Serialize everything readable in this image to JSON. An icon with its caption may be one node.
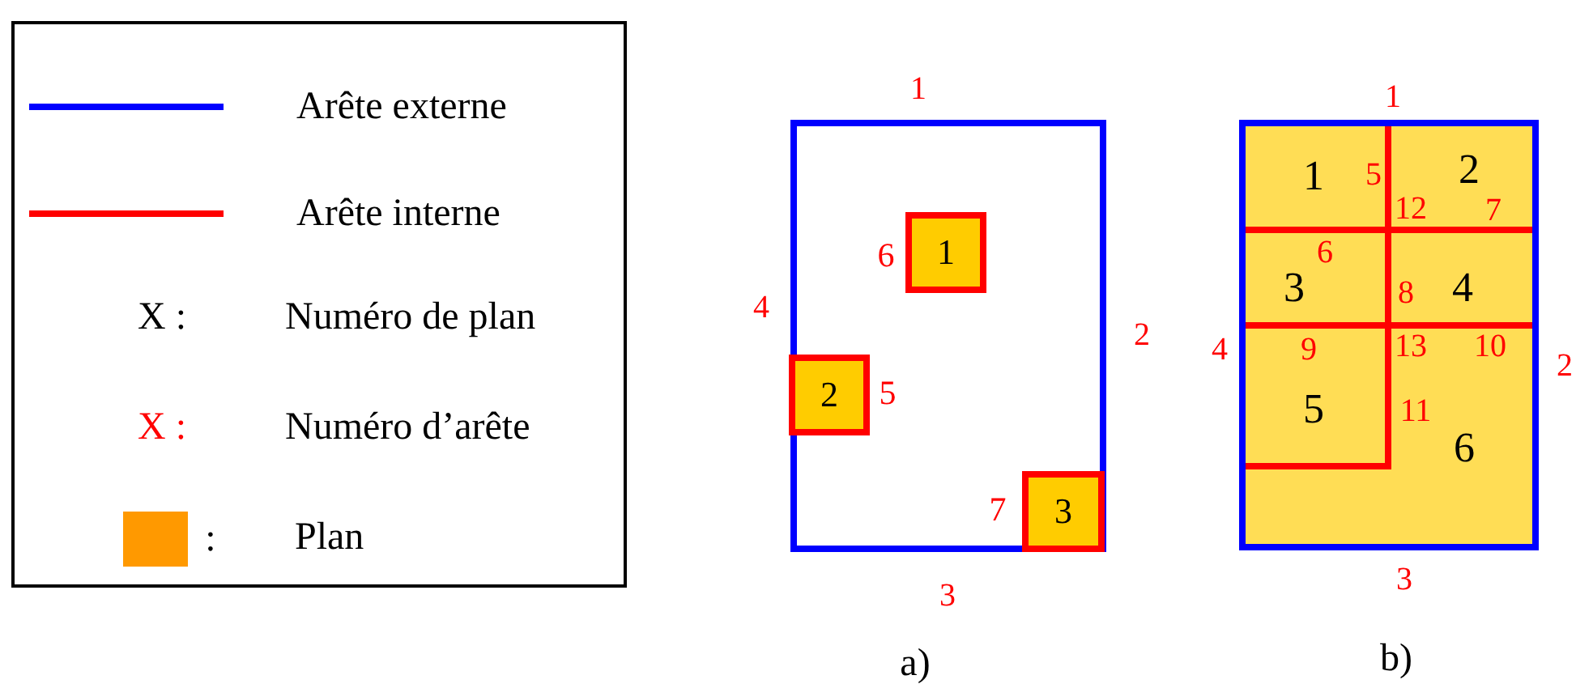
{
  "diagram": {
    "nodes": [
      {
        "text": [
          "1"
        ],
        "beside": [
          "6"
        ]
      },
      {
        "text": [
          "2"
        ],
        "beside": [
          "5"
        ]
      },
      {
        "text": [
          "3"
        ],
        "beside": [
          "7"
        ]
      }
    ],
    "labels": [
      "X :",
      "X :",
      ":",
      "1",
      "4",
      "2",
      "3",
      "1",
      "1",
      "5",
      "2",
      "12",
      "7",
      "6",
      "3",
      "8",
      "4",
      "4",
      "9",
      "13",
      "10",
      "2",
      "5",
      "11",
      "6",
      "3",
      "a)",
      "b)"
    ],
    "legend": [
      {
        "text": "Arête externe"
      },
      {
        "text": "Arête interne"
      },
      {
        "text": "Numéro de plan"
      },
      {
        "text": "Numéro d’arête"
      },
      {
        "text": "Plan",
        "color": "#ff9900"
      }
    ]
  }
}
